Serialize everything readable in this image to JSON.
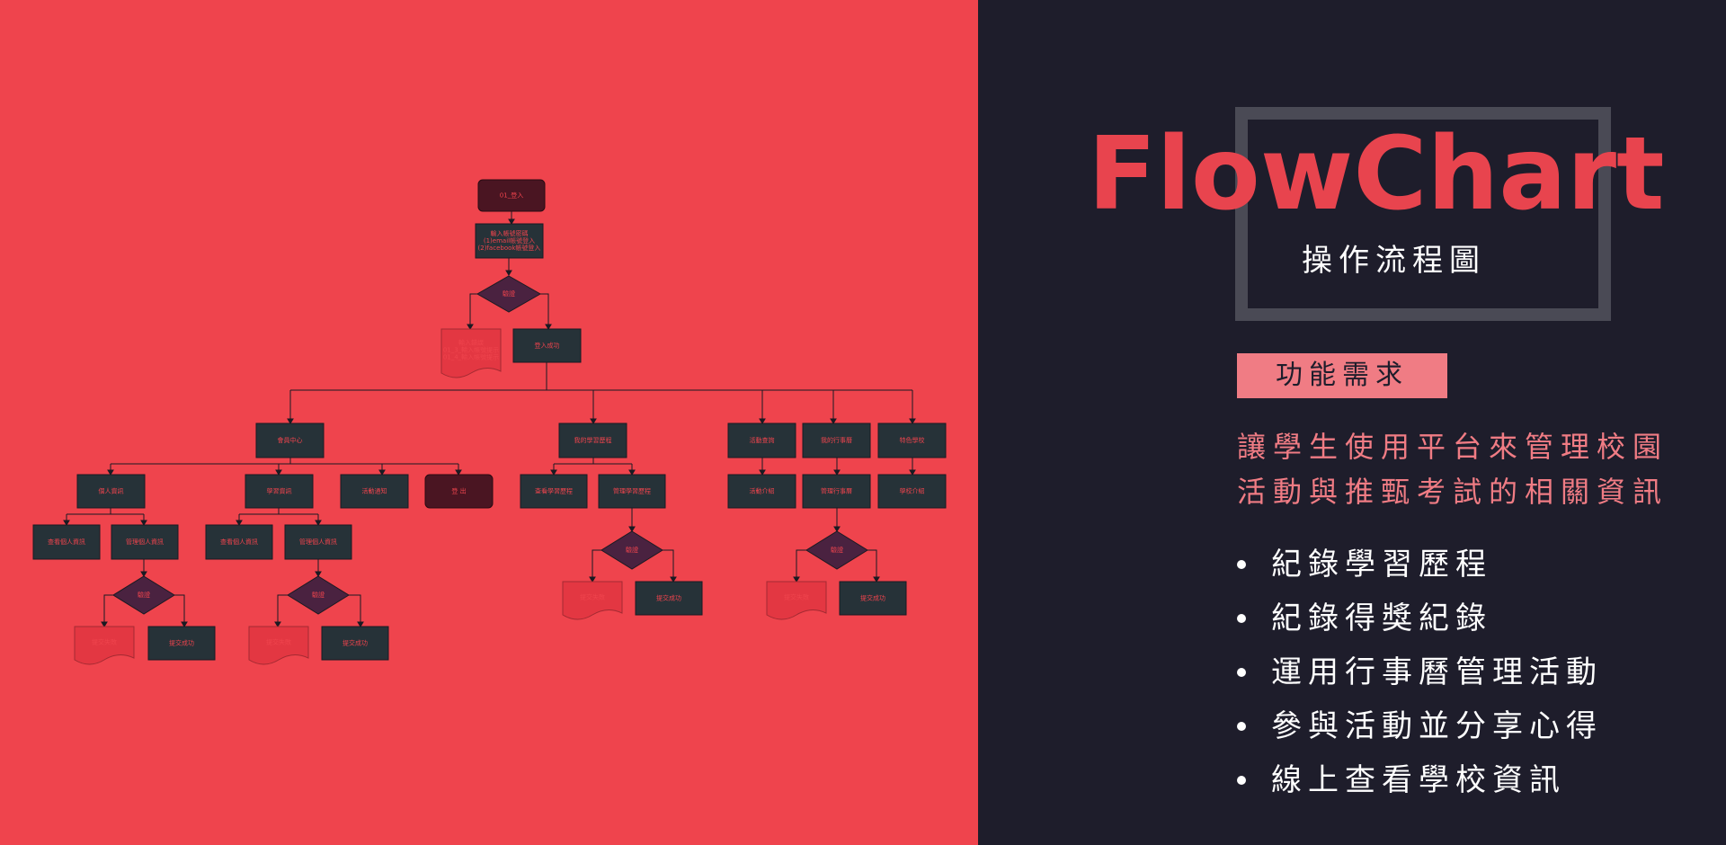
{
  "colors": {
    "left_bg": "#ef444d",
    "right_bg": "#1e1d2b",
    "accent": "#e8444e",
    "accent_light": "#f07c84",
    "frame": "#4a4a55",
    "node_fill": "#263238",
    "node_start": "#4a1522",
    "decision_fill": "#4a2240"
  },
  "header": {
    "title": "FlowChart",
    "subtitle": "操作流程圖"
  },
  "requirements": {
    "badge": "功能需求",
    "description_lines": [
      "讓學生使用平台來管理校園",
      "活動與推甄考試的相關資訊"
    ],
    "features": [
      "紀錄學習歷程",
      "紀錄得獎紀錄",
      "運用行事曆管理活動",
      "參與活動並分享心得",
      "線上查看學校資訊"
    ]
  },
  "flowchart": {
    "start": "01_登入",
    "login_methods": [
      "輸入帳號密碼",
      "(1)email帳號登入",
      "(2)facebook帳號登入"
    ],
    "decision": "驗證",
    "login_error": [
      "輸入錯誤",
      "01_3_輸入帳號提示",
      "01_4_輸入帳號提示"
    ],
    "login_success": "登入成功",
    "branches": {
      "member_center": "會員中心",
      "my_records": "我的學習歷程",
      "activity_search": "活動查詢",
      "my_calendar": "我的行事曆",
      "school_info": "特色學校"
    },
    "member_children": [
      "個人資訊",
      "學習資訊",
      "活動通知",
      "登 出"
    ],
    "personal_children": [
      "查看個人資訊",
      "管理個人資訊"
    ],
    "learning_children": [
      "查看個人資訊",
      "管理個人資訊"
    ],
    "records_children": [
      "查看學習歷程",
      "管理學習歷程"
    ],
    "activity_child": "活動介紹",
    "calendar_child": "管理行事曆",
    "school_child": "學校介紹",
    "submit_fail": "提交失敗",
    "submit_success": "提交成功"
  }
}
